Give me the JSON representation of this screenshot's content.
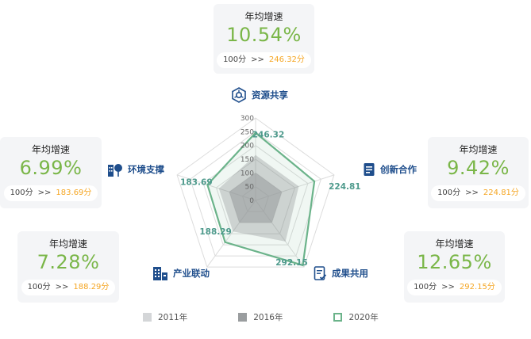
{
  "chart_data": {
    "type": "radar",
    "axes": [
      "资源共享",
      "创新合作",
      "成果共用",
      "产业联动",
      "环境支撑"
    ],
    "scale_ticks": [
      "300",
      "250",
      "200",
      "150",
      "100",
      "50",
      "0"
    ],
    "rmax": 300,
    "series": [
      {
        "name": "2011年",
        "values": [
          100,
          100,
          100,
          100,
          100
        ],
        "color": "#cfd2d4"
      },
      {
        "name": "2016年",
        "values": [
          165,
          165,
          185,
          140,
          140
        ],
        "color": "#9a9d9f"
      },
      {
        "name": "2020年",
        "values": [
          246.32,
          224.81,
          292.15,
          188.29,
          183.69
        ],
        "color": "#6bb38a"
      }
    ],
    "data_labels": [
      "246.32",
      "224.81",
      "292.15",
      "188.29",
      "183.69"
    ]
  },
  "cards": [
    {
      "title": "年均增速",
      "rate": "10.54%",
      "from": "100分",
      "arrow": ">>",
      "to": "246.32分"
    },
    {
      "title": "年均增速",
      "rate": "9.42%",
      "from": "100分",
      "arrow": ">>",
      "to": "224.81分"
    },
    {
      "title": "年均增速",
      "rate": "12.65%",
      "from": "100分",
      "arrow": ">>",
      "to": "292.15分"
    },
    {
      "title": "年均增速",
      "rate": "7.28%",
      "from": "100分",
      "arrow": ">>",
      "to": "188.29分"
    },
    {
      "title": "年均增速",
      "rate": "6.99%",
      "from": "100分",
      "arrow": ">>",
      "to": "183.69分"
    }
  ],
  "axis_labels": [
    {
      "text": "资源共享",
      "icon": "resource-share-icon"
    },
    {
      "text": "创新合作",
      "icon": "document-icon"
    },
    {
      "text": "成果共用",
      "icon": "checklist-icon"
    },
    {
      "text": "产业联动",
      "icon": "buildings-icon"
    },
    {
      "text": "环境支撑",
      "icon": "city-tree-icon"
    }
  ],
  "legend": [
    "2011年",
    "2016年",
    "2020年"
  ],
  "colors": {
    "accent_green": "#7ab648",
    "accent_orange": "#f5a623",
    "label_blue": "#1f4e8c",
    "radar_teal": "#4e9a8c"
  }
}
